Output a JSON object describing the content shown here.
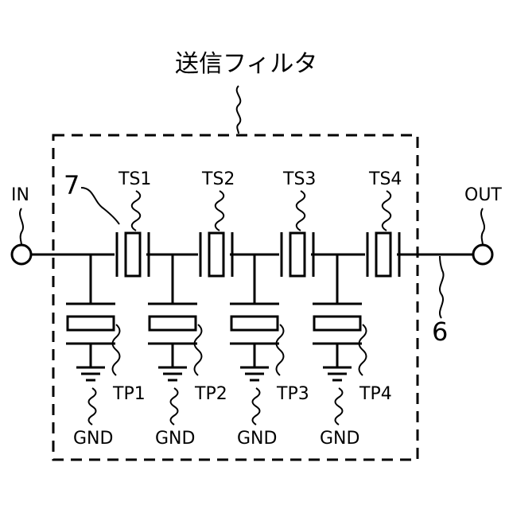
{
  "title": "送信フィルタ",
  "input_label": "IN",
  "output_label": "OUT",
  "reference_numerals": {
    "line": "6",
    "resonator_group": "7"
  },
  "series_resonators": [
    {
      "label": "TS1"
    },
    {
      "label": "TS2"
    },
    {
      "label": "TS3"
    },
    {
      "label": "TS4"
    }
  ],
  "parallel_resonators": [
    {
      "label": "TP1",
      "ground_label": "GND"
    },
    {
      "label": "TP2",
      "ground_label": "GND"
    },
    {
      "label": "TP3",
      "ground_label": "GND"
    },
    {
      "label": "TP4",
      "ground_label": "GND"
    }
  ],
  "colors": {
    "stroke": "#000000",
    "background": "#ffffff"
  }
}
